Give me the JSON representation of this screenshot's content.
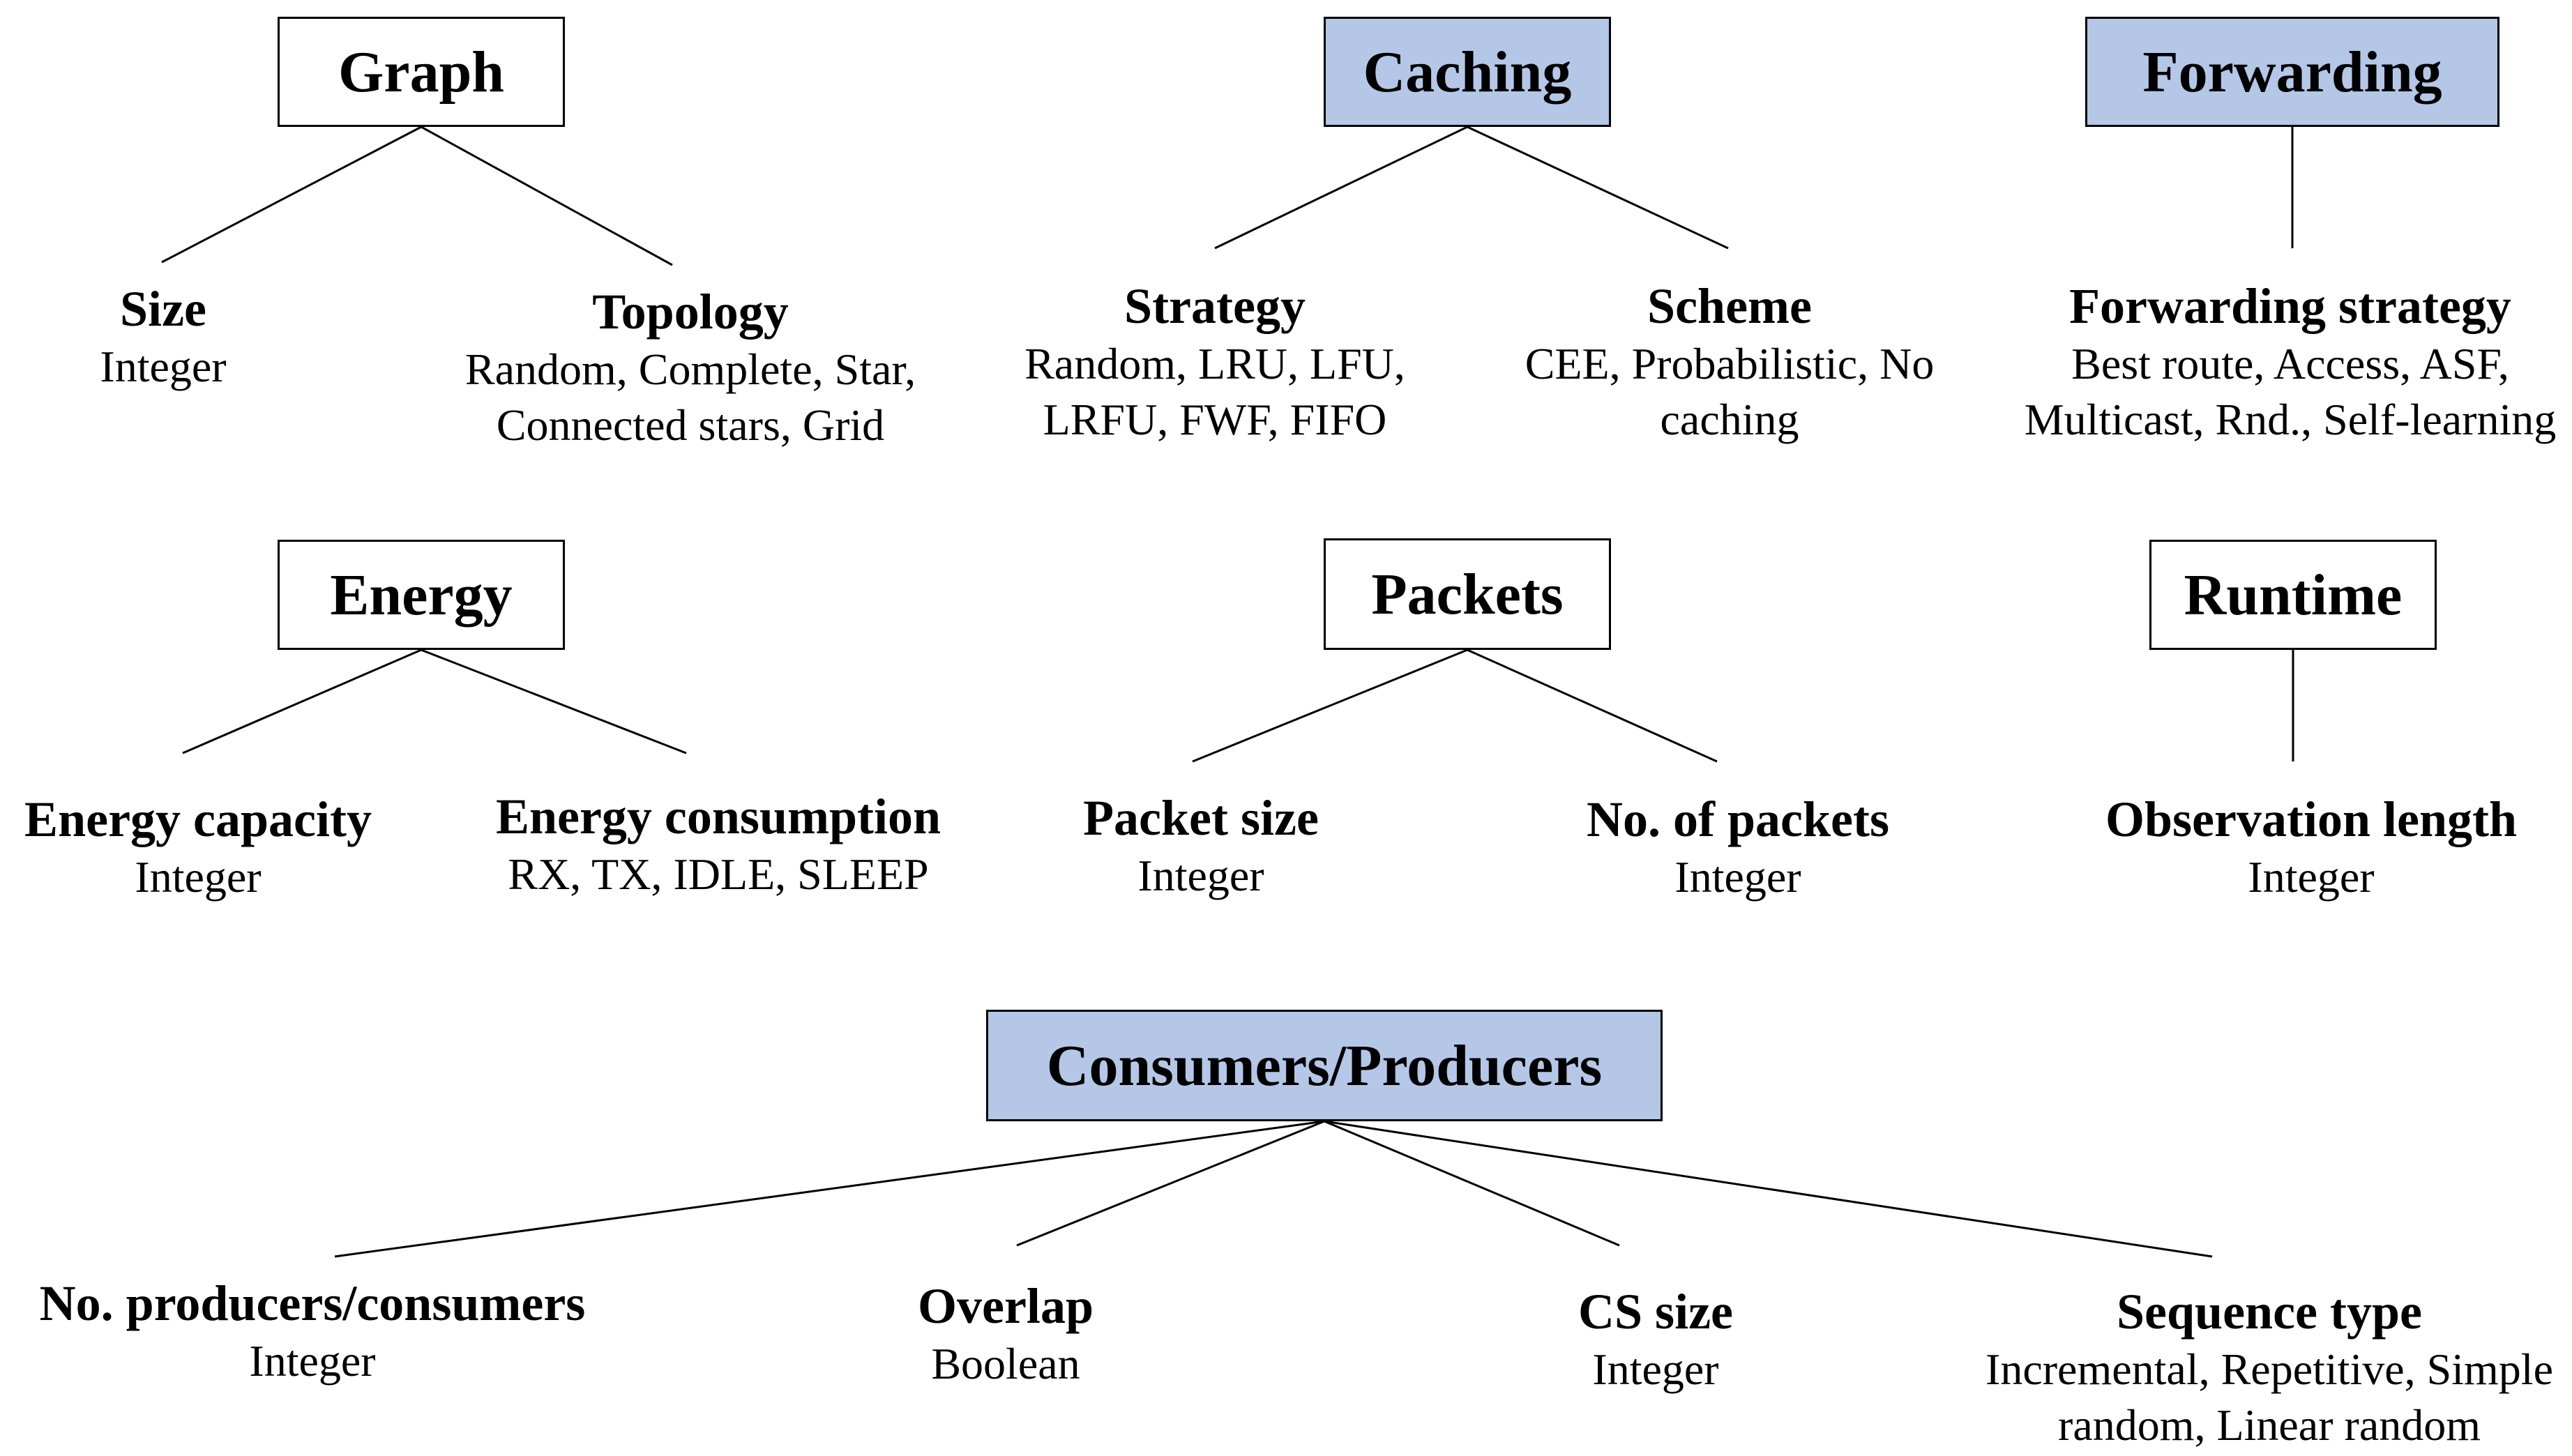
{
  "groups": {
    "graph": {
      "label": "Graph",
      "children": [
        {
          "title": "Size",
          "desc": [
            "Integer"
          ]
        },
        {
          "title": "Topology",
          "desc": [
            "Random, Complete, Star,",
            "Connected stars, Grid"
          ]
        }
      ]
    },
    "caching": {
      "label": "Caching",
      "children": [
        {
          "title": "Strategy",
          "desc": [
            "Random, LRU, LFU,",
            "LRFU, FWF, FIFO"
          ]
        },
        {
          "title": "Scheme",
          "desc": [
            "CEE, Probabilistic, No",
            "caching"
          ]
        }
      ]
    },
    "forwarding": {
      "label": "Forwarding",
      "children": [
        {
          "title": "Forwarding strategy",
          "desc": [
            "Best route, Access, ASF,",
            "Multicast, Rnd., Self-learning"
          ]
        }
      ]
    },
    "energy": {
      "label": "Energy",
      "children": [
        {
          "title": "Energy capacity",
          "desc": [
            "Integer"
          ]
        },
        {
          "title": "Energy consumption",
          "desc": [
            "RX, TX, IDLE, SLEEP"
          ]
        }
      ]
    },
    "packets": {
      "label": "Packets",
      "children": [
        {
          "title": "Packet size",
          "desc": [
            "Integer"
          ]
        },
        {
          "title": "No. of packets",
          "desc": [
            "Integer"
          ]
        }
      ]
    },
    "runtime": {
      "label": "Runtime",
      "children": [
        {
          "title": "Observation length",
          "desc": [
            "Integer"
          ]
        }
      ]
    },
    "consumers": {
      "label": "Consumers/Producers",
      "children": [
        {
          "title": "No. producers/consumers",
          "desc": [
            "Integer"
          ]
        },
        {
          "title": "Overlap",
          "desc": [
            "Boolean"
          ]
        },
        {
          "title": "CS size",
          "desc": [
            "Integer"
          ]
        },
        {
          "title": "Sequence type",
          "desc": [
            "Incremental, Repetitive, Simple",
            "random, Linear random"
          ]
        }
      ]
    }
  },
  "colors": {
    "highlight": "#b4c7e7",
    "plain": "#ffffff",
    "stroke": "#000000"
  }
}
